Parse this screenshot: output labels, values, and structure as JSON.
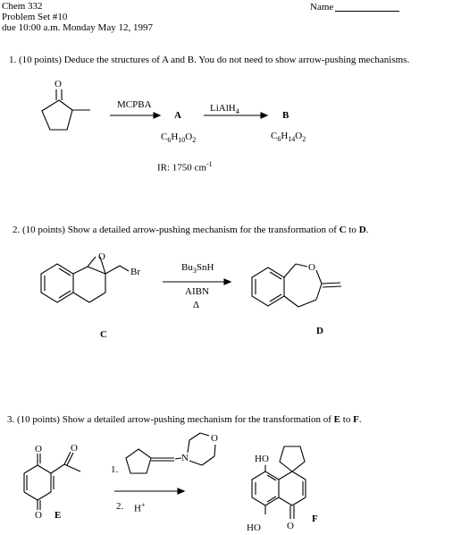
{
  "header": {
    "course": "Chem 332",
    "problem_set": "Problem Set #10",
    "due": "due 10:00 a.m. Monday May 12, 1997",
    "name_label": "Name"
  },
  "q1": {
    "prompt": "1.  (10 points) Deduce the structures of A and B.  You do not need to show arrow-pushing mechanisms.",
    "reagent1": "MCPBA",
    "product_a": "A",
    "reagent2": "LiAlH",
    "reagent2_sub": "4",
    "product_b": "B",
    "formula_a": {
      "c": "C",
      "c_n": "6",
      "h": "H",
      "h_n": "10",
      "o": "O",
      "o_n": "2"
    },
    "formula_b": {
      "c": "C",
      "c_n": "6",
      "h": "H",
      "h_n": "14",
      "o": "O",
      "o_n": "2"
    },
    "ir": "IR: 1750 cm",
    "ir_sup": "-1",
    "ketone_o": "O"
  },
  "q2": {
    "prompt_pre": "2.  (10 points) Show a detailed arrow-pushing mechanism for the transformation of ",
    "from": "C",
    "to_word": " to ",
    "to": "D",
    "end": ".",
    "reagent1_pre": "Bu",
    "reagent1_sub": "3",
    "reagent1_post": "SnH",
    "reagent2": "AIBN",
    "heat": "Δ",
    "epoxide_o": "O",
    "br": "Br",
    "ring_o": "O",
    "label_c": "C",
    "label_d": "D"
  },
  "q3": {
    "prompt_pre": "3.  (10 points) Show a detailed arrow-pushing mechanism for the transformation of ",
    "from": "E",
    "to_word": " to ",
    "to": "F",
    "end": ".",
    "step1": "1.",
    "step2": "2.",
    "step2_reagent": "H",
    "step2_sup": "+",
    "morph_o": "O",
    "morph_n": "N",
    "e_o_top": "O",
    "e_o_bottom": "O",
    "e_o_acetyl": "O",
    "label_e": "E",
    "f_ho_top": "HO",
    "f_ho_bottom": "HO",
    "f_o": "O",
    "label_f": "F"
  }
}
